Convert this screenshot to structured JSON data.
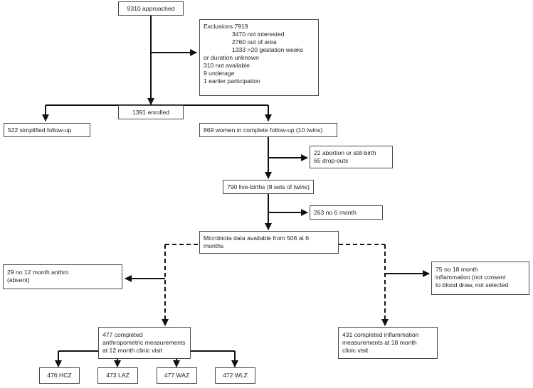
{
  "flowchart": {
    "approached": "9310 approached",
    "exclusions": {
      "title": "Exclusions 7919",
      "lines": [
        "3470 not interested",
        "2760 out of area",
        "1333 >20 gestation weeks",
        "or duration unknown",
        "310 not available",
        "9 underage",
        "1 earlier participation"
      ]
    },
    "enrolled": "1391 enrolled",
    "simplified": "522 simplified follow-up",
    "complete": "869 women in complete follow-up (10 twins)",
    "abortion": [
      "22 abortion or still-birth",
      "65 drop-outs"
    ],
    "livebirths": "790 live-births (8 sets of twins)",
    "no6month": "263 no 6 month",
    "microbiota": [
      "Microbiota data available from 506 at 6",
      "months"
    ],
    "no12month": [
      "29 no 12 month anthro",
      "(absent)"
    ],
    "no18month": [
      "75 no 18 month",
      "inflammation (not consent",
      "to blood draw, not selected"
    ],
    "anthro": [
      "477 completed",
      "anthropometric measurements",
      "at 12 month clinic visit"
    ],
    "inflammation": [
      "431 completed inflammation",
      "measurements at 18 month",
      "clinic visit"
    ],
    "outcomes": [
      "476 HCZ",
      "473 LAZ",
      "477 WAZ",
      "472 WLZ"
    ]
  }
}
